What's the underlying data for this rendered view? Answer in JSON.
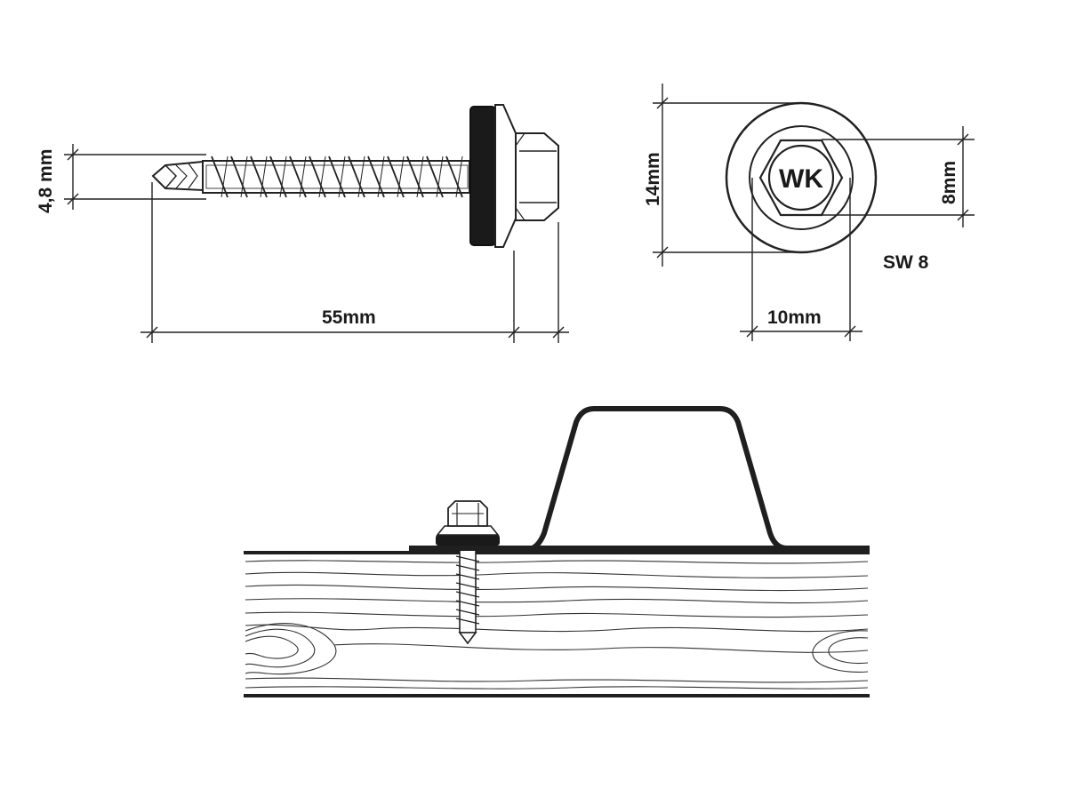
{
  "dimensions": {
    "diameter": "4,8 mm",
    "length": "55mm",
    "washer_diameter": "14mm",
    "hex_height": "8mm",
    "hex_width": "10mm",
    "wrench_size": "SW 8"
  },
  "head_marking": "WK",
  "colors": {
    "line": "#1f1f1f",
    "washer_rubber": "#1a1a1a",
    "background": "#ffffff"
  },
  "icons": [
    "screw-side-view",
    "screw-top-view",
    "roof-sheet-section",
    "wood-beam"
  ]
}
